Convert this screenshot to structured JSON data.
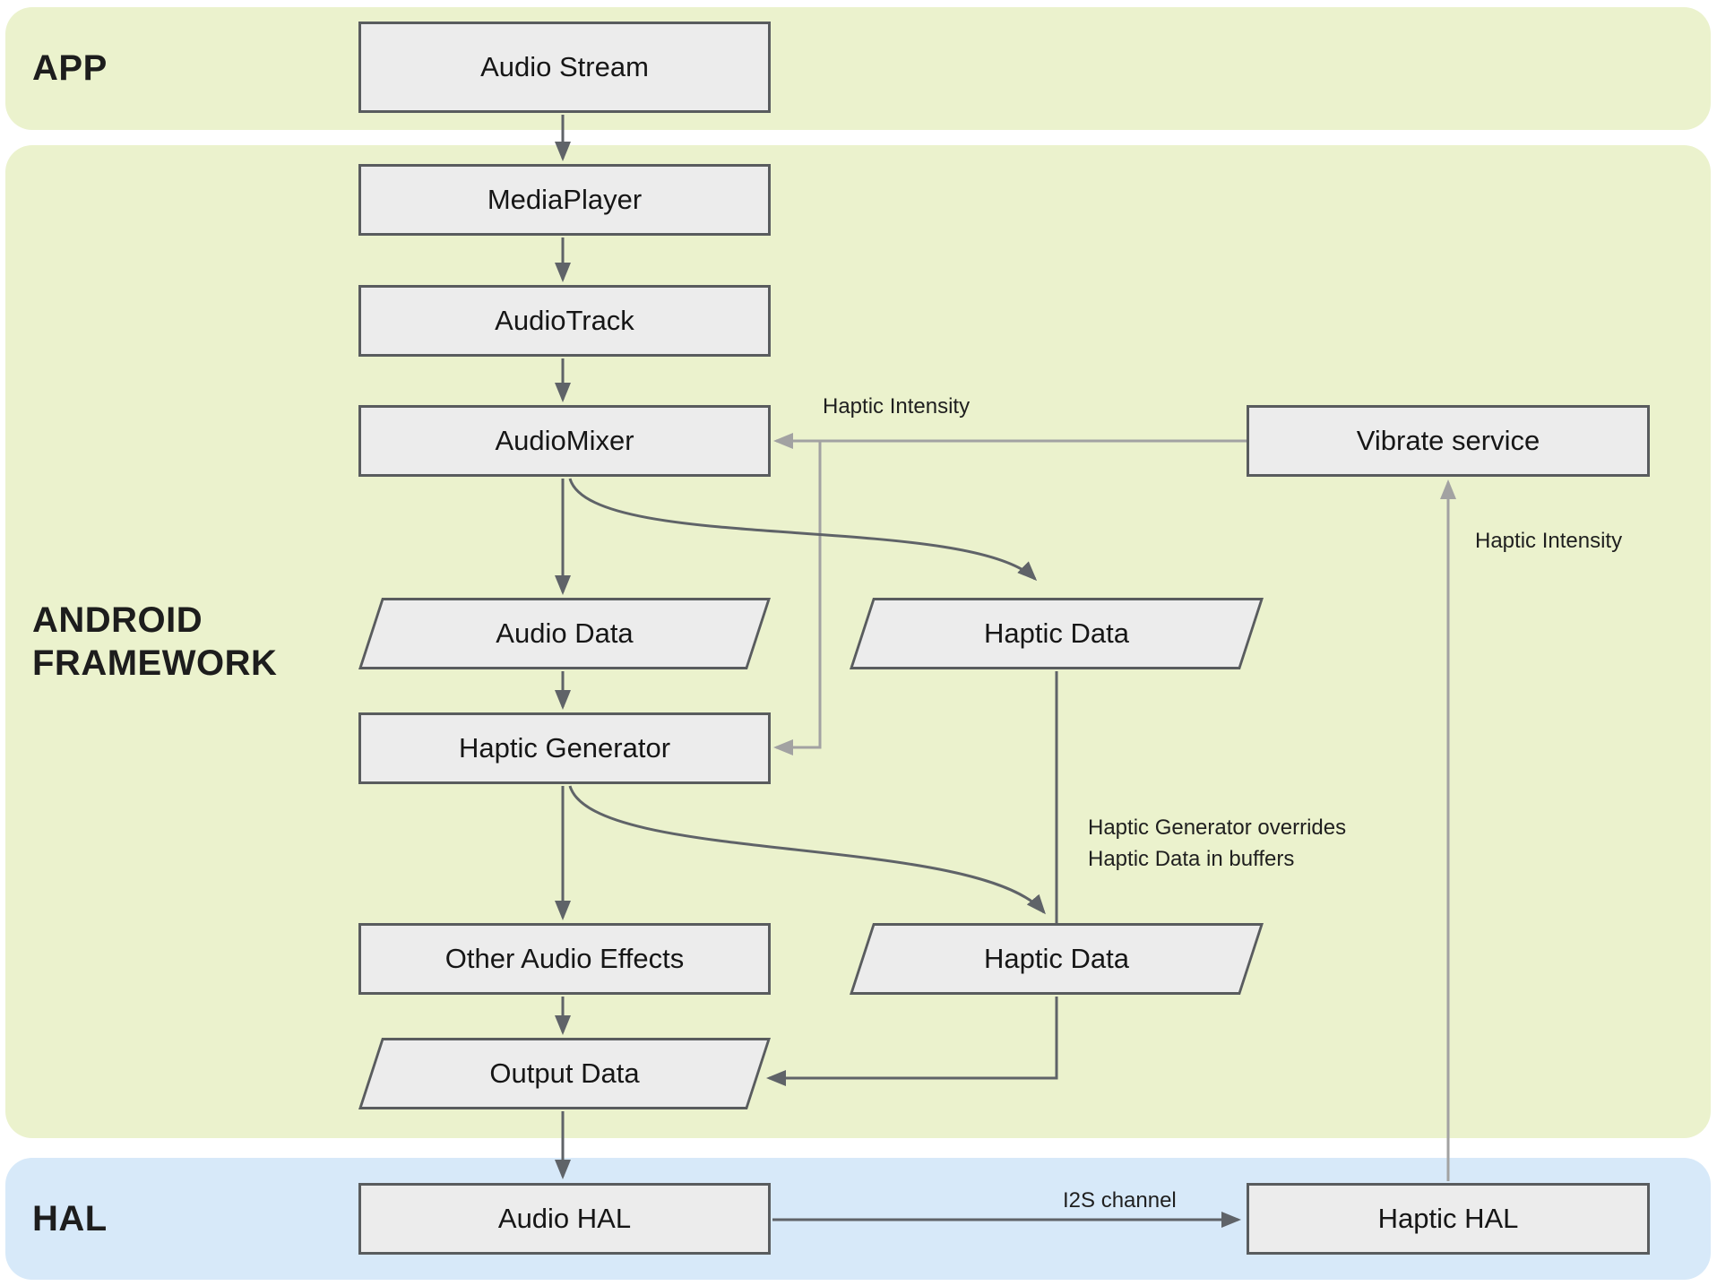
{
  "bands": {
    "app": {
      "label": "APP"
    },
    "framework": {
      "label_line1": "ANDROID",
      "label_line2": "FRAMEWORK"
    },
    "hal": {
      "label": "HAL"
    }
  },
  "nodes": {
    "audio_stream": {
      "label": "Audio Stream",
      "shape": "rectangle"
    },
    "media_player": {
      "label": "MediaPlayer",
      "shape": "rectangle"
    },
    "audio_track": {
      "label": "AudioTrack",
      "shape": "rectangle"
    },
    "audio_mixer": {
      "label": "AudioMixer",
      "shape": "rectangle"
    },
    "audio_data": {
      "label": "Audio Data",
      "shape": "parallelogram"
    },
    "haptic_data_top": {
      "label": "Haptic Data",
      "shape": "parallelogram"
    },
    "haptic_generator": {
      "label": "Haptic Generator",
      "shape": "rectangle"
    },
    "other_audio_effects": {
      "label": "Other Audio Effects",
      "shape": "rectangle"
    },
    "haptic_data_bottom": {
      "label": "Haptic Data",
      "shape": "parallelogram"
    },
    "output_data": {
      "label": "Output Data",
      "shape": "parallelogram"
    },
    "vibrate_service": {
      "label": "Vibrate service",
      "shape": "rectangle"
    },
    "audio_hal": {
      "label": "Audio HAL",
      "shape": "rectangle"
    },
    "haptic_hal": {
      "label": "Haptic HAL",
      "shape": "rectangle"
    }
  },
  "edge_labels": {
    "haptic_intensity_left": "Haptic Intensity",
    "haptic_intensity_right": "Haptic Intensity",
    "i2s_channel": "I2S channel",
    "override_note_line1": "Haptic Generator overrides",
    "override_note_line2": "Haptic Data in buffers"
  },
  "colors": {
    "band_app": "#ebf2cd",
    "band_framework": "#ebf2cd",
    "band_hal": "#d7e9f9",
    "shape_fill": "#ececec",
    "shape_border": "#595c5e",
    "arrow_dark": "#5f6368",
    "arrow_gray": "#a2a2a2",
    "text": "#1f1f1f"
  }
}
